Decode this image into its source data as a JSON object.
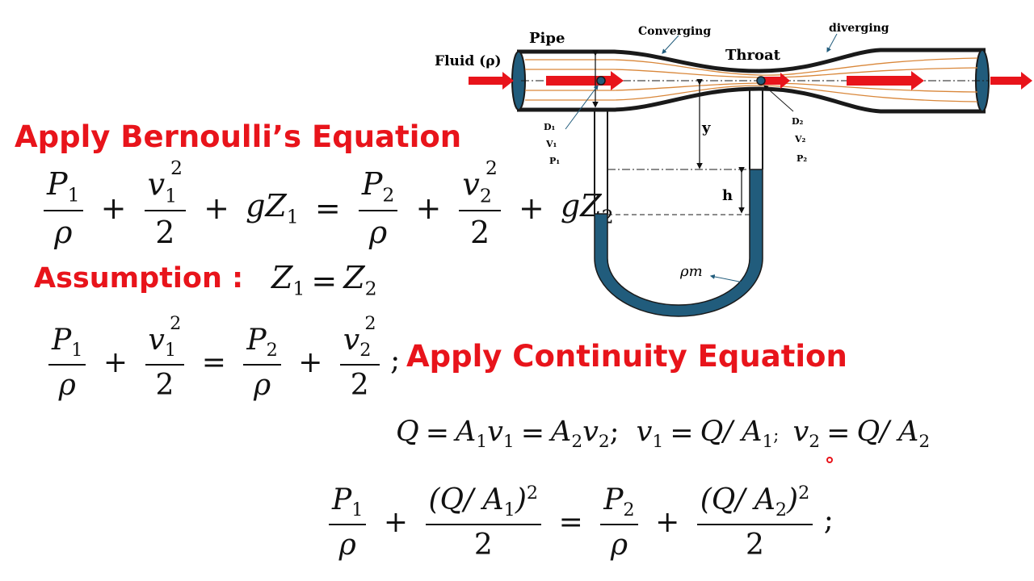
{
  "headings": {
    "bernoulli": "Apply Bernoulli’s Equation",
    "assumption": "Assumption :",
    "continuity": "Apply Continuity Equation"
  },
  "symbols": {
    "P1": "P",
    "P2": "P",
    "v": "v",
    "rho": "ρ",
    "g": "g",
    "Z": "Z",
    "Q": "Q",
    "A": "A",
    "one": "1",
    "two": "2",
    "sq": "2",
    "half_den": "2",
    "plus": "+",
    "equals": "=",
    "semi": ";",
    "slash": "/"
  },
  "diagram": {
    "fluid_label": "Fluid (ρ)",
    "pipe_label": "Pipe",
    "converging_label": "Converging",
    "throat_label": "Throat",
    "diverging_label": "diverging",
    "d1": "D₁",
    "v1": "V₁",
    "p1": "P₁",
    "d2": "D₂",
    "v2": "V₂",
    "p2": "P₂",
    "y_label": "y",
    "h_label": "h",
    "rho_m_label": "ρm",
    "colors": {
      "accent_red": "#e8141b",
      "manometer_fluid": "#215c7c",
      "streamline": "#d9873a",
      "pipe_wall": "#1a1a1a"
    }
  }
}
